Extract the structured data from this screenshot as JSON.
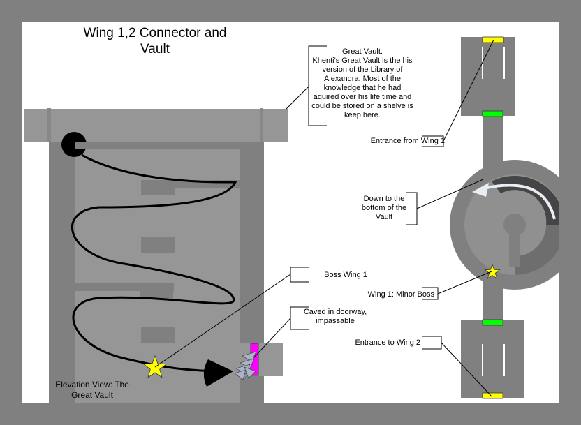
{
  "title": "Wing 1,2 Connector and Vault",
  "elevation_caption": "Elevation View: The Great Vault",
  "callouts": {
    "great_vault": {
      "heading": "Great Vault:",
      "body": "Khenti's Great Vault is the his version of the Library of Alexandra.  Most of the knowledge that he had aquired over his life time and could be stored on a shelve is keep here."
    },
    "entrance_from_wing1": "Entrance from Wing 1",
    "down_to_bottom": "Down to the bottom of the Vault",
    "boss_wing1": "Boss Wing 1",
    "minor_boss": "Wing 1: Minor Boss",
    "caved_in": "Caved in doorway, impassable",
    "entrance_to_wing2": "Entrance to Wing 2"
  },
  "colors": {
    "frame": "#808080",
    "room_light": "#969696",
    "room_dark": "#808080",
    "star": "#ffff00",
    "door_green": "#00ff00",
    "door_yellow": "#ffff00",
    "blocked_door": "#ff00ff",
    "rubble": "#aab4c8"
  }
}
